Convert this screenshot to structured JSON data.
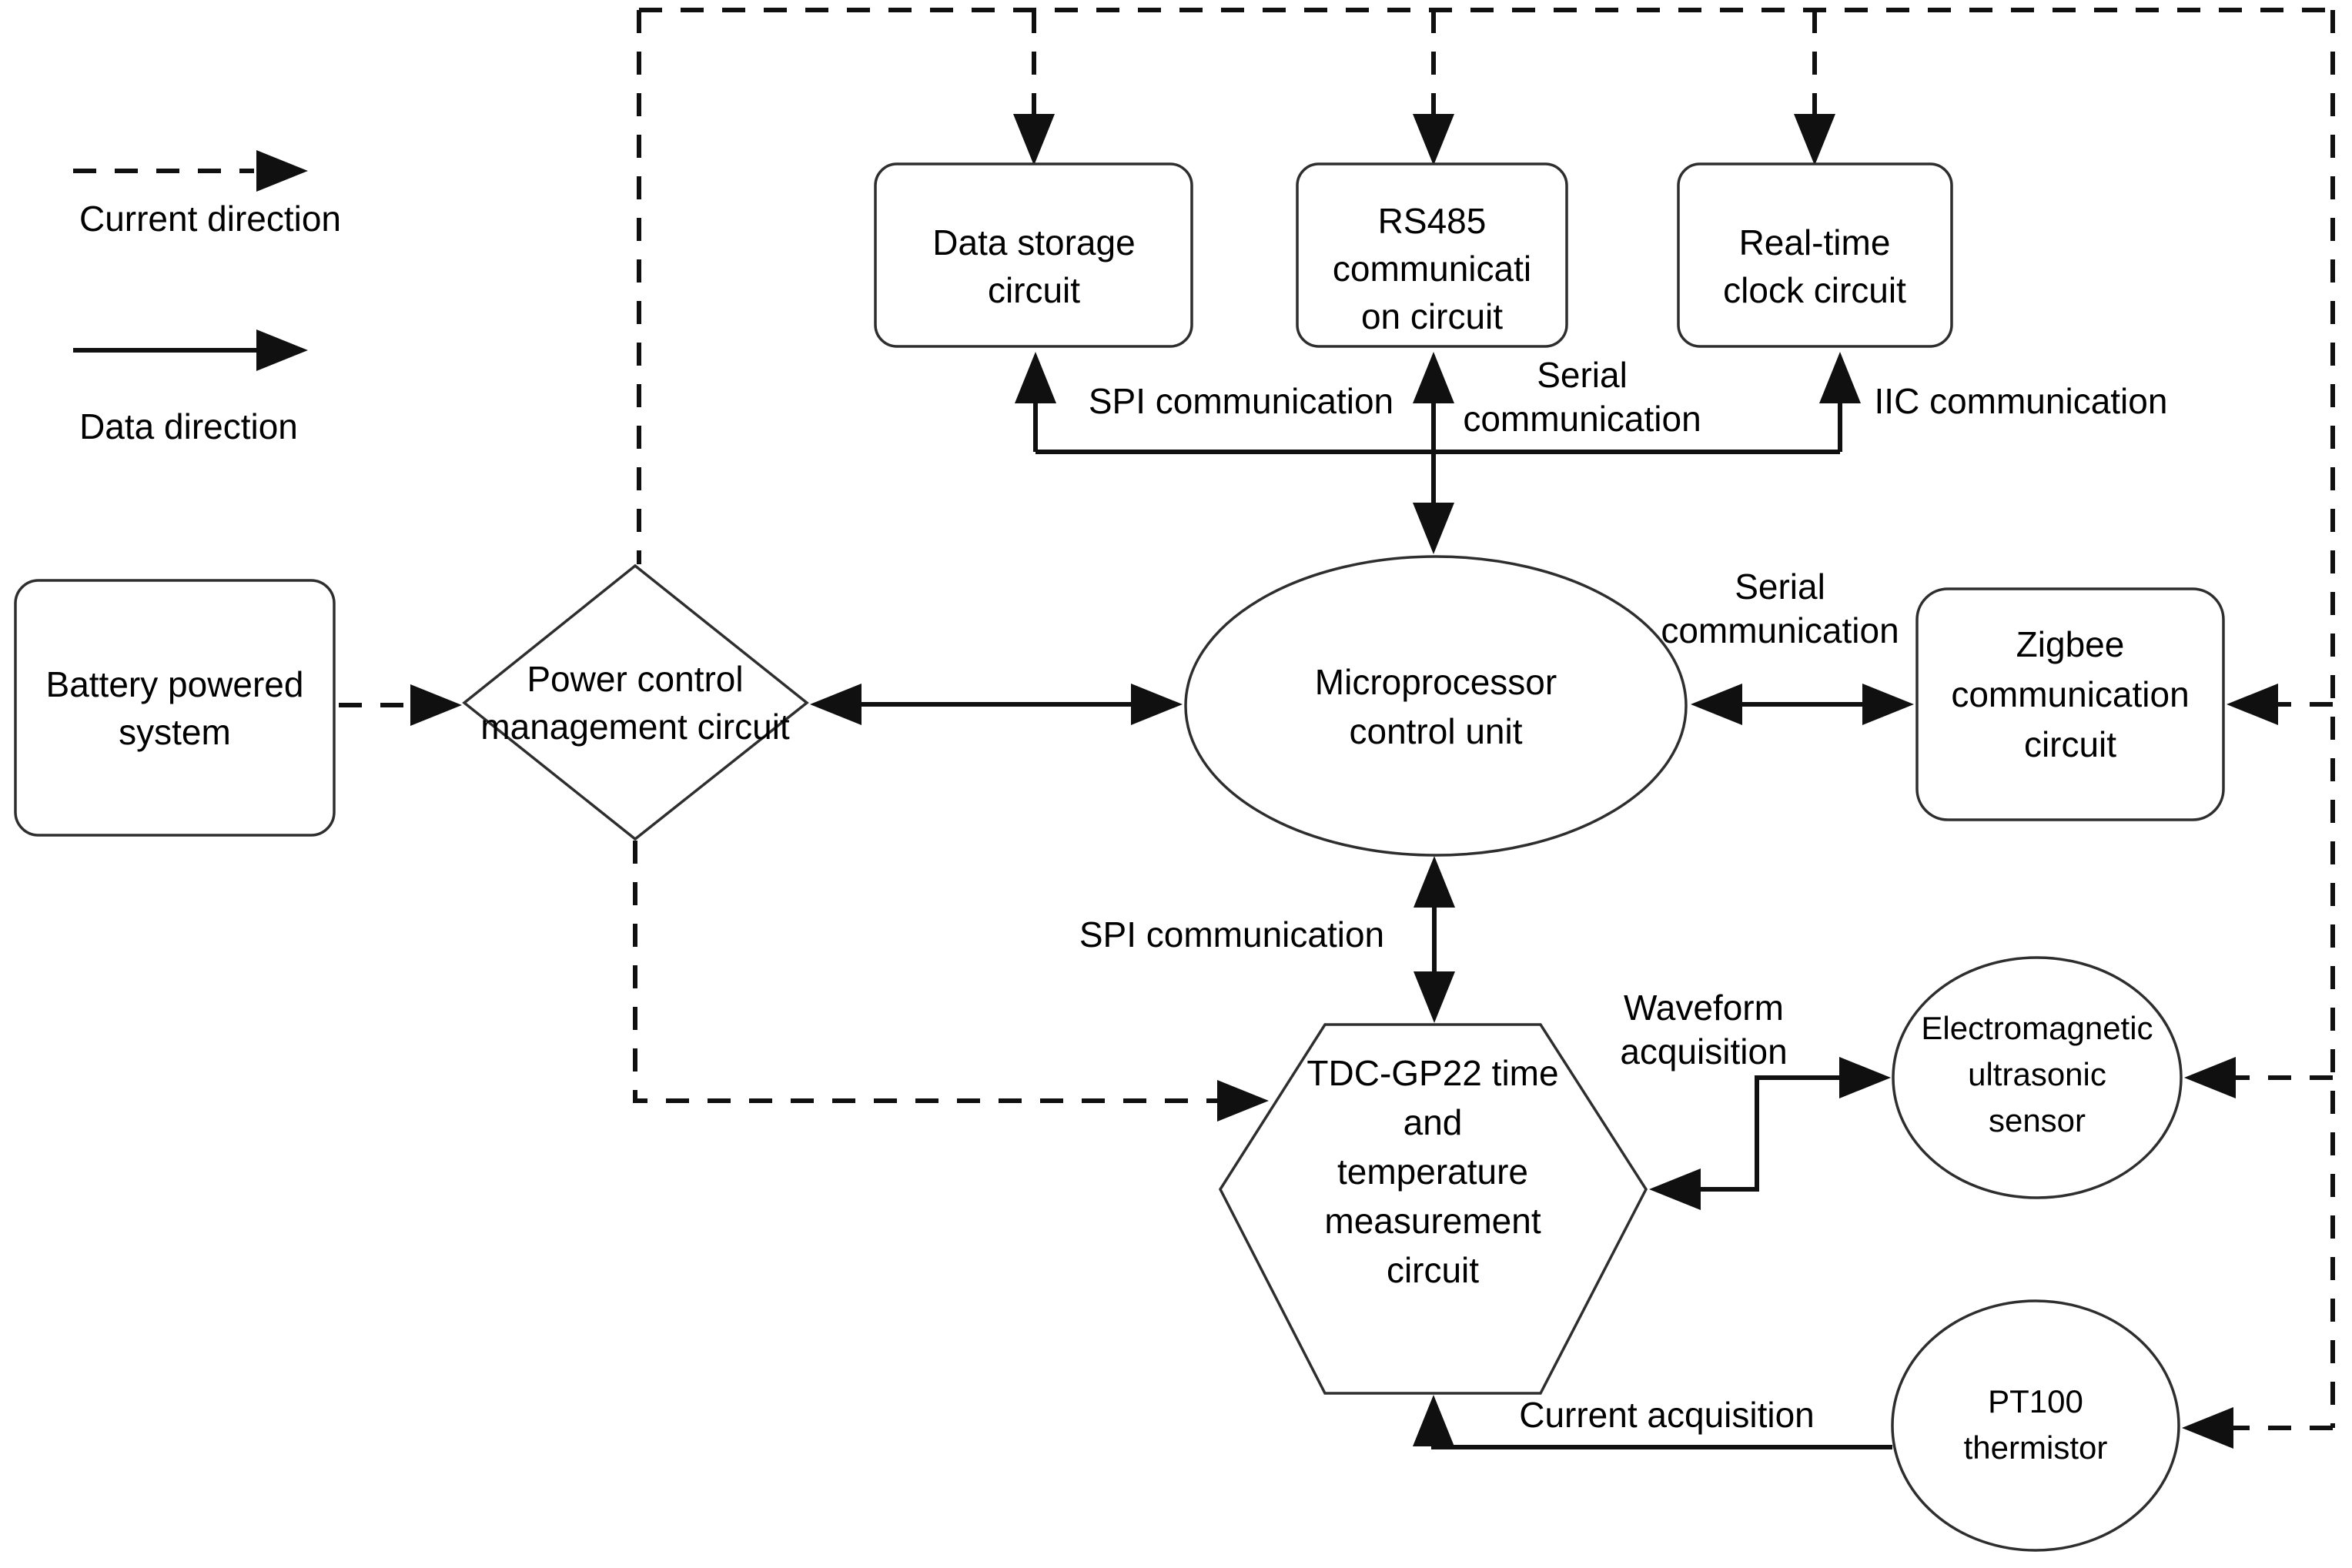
{
  "legend": {
    "current": {
      "label": "Current direction",
      "line_style": "dashed-arrow"
    },
    "data": {
      "label": "Data direction",
      "line_style": "solid-arrow"
    }
  },
  "nodes": {
    "battery": {
      "shape": "rounded-rect",
      "lines": [
        "Battery powered",
        "system"
      ]
    },
    "power": {
      "shape": "diamond",
      "lines": [
        "Power control",
        "management circuit"
      ]
    },
    "mcu": {
      "shape": "ellipse",
      "lines": [
        "Microprocessor",
        "control unit"
      ]
    },
    "data_storage": {
      "shape": "rounded-rect",
      "lines": [
        "Data storage",
        "circuit"
      ]
    },
    "rs485": {
      "shape": "rounded-rect",
      "lines": [
        "RS485",
        "communicati",
        "on circuit"
      ]
    },
    "rtc": {
      "shape": "rounded-rect",
      "lines": [
        "Real-time",
        "clock circuit"
      ]
    },
    "zigbee": {
      "shape": "rounded-rect",
      "lines": [
        "Zigbee",
        "communication",
        "circuit"
      ]
    },
    "tdc": {
      "shape": "hexagon",
      "lines": [
        "TDC-GP22 time",
        "and",
        "temperature",
        "measurement",
        "circuit"
      ]
    },
    "emat": {
      "shape": "circle",
      "lines": [
        "Electromagnetic",
        "ultrasonic",
        "sensor"
      ]
    },
    "pt100": {
      "shape": "circle",
      "lines": [
        "PT100",
        "thermistor"
      ]
    }
  },
  "edge_labels": {
    "spi_top": "SPI communication",
    "serial_top": {
      "lines": [
        "Serial",
        "communication"
      ]
    },
    "iic": "IIC communication",
    "serial_right": {
      "lines": [
        "Serial",
        "communication"
      ]
    },
    "spi_bottom": "SPI communication",
    "waveform": {
      "lines": [
        "Waveform",
        "acquisition"
      ]
    },
    "current_acq": "Current acquisition"
  },
  "colors": {
    "line": "#101010",
    "node_border": "#2e2e2e",
    "text": "#000000",
    "background": "#ffffff"
  }
}
